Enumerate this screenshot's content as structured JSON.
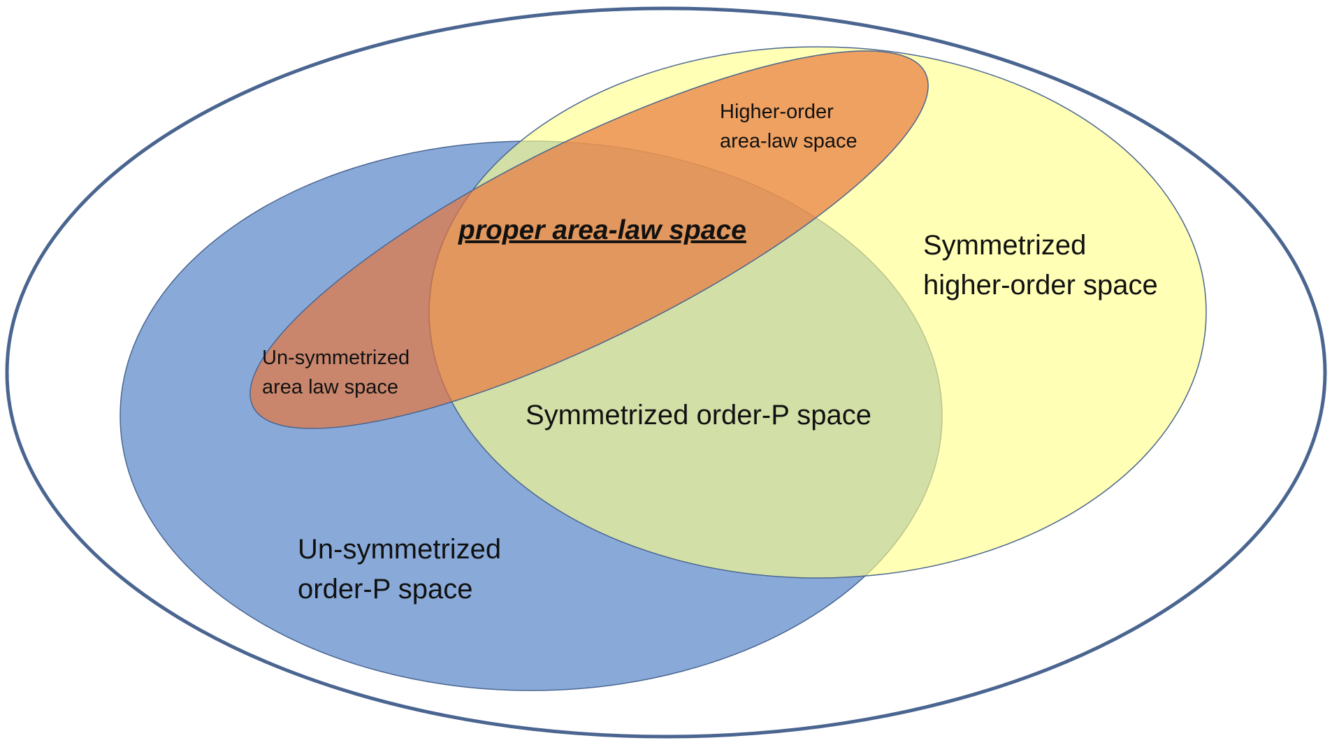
{
  "colors": {
    "outer_stroke": "#4a6590",
    "blue_fill": "#7fa3d6",
    "yellow_fill": "#ffff88",
    "orange_fill": "#e8743a",
    "accent_text": "#e00000",
    "text": "#111111"
  },
  "labels": {
    "proper_area_law": "proper area-law space",
    "higher_order_area_law": [
      "Higher-order",
      "area-law space"
    ],
    "sym_higher_order": [
      "Symmetrized",
      "higher-order space"
    ],
    "unsym_area_law": [
      "Un-symmetrized",
      "area law space"
    ],
    "sym_order_p": "Symmetrized order-P space",
    "unsym_order_p": [
      "Un-symmetrized",
      "order-P space"
    ]
  }
}
